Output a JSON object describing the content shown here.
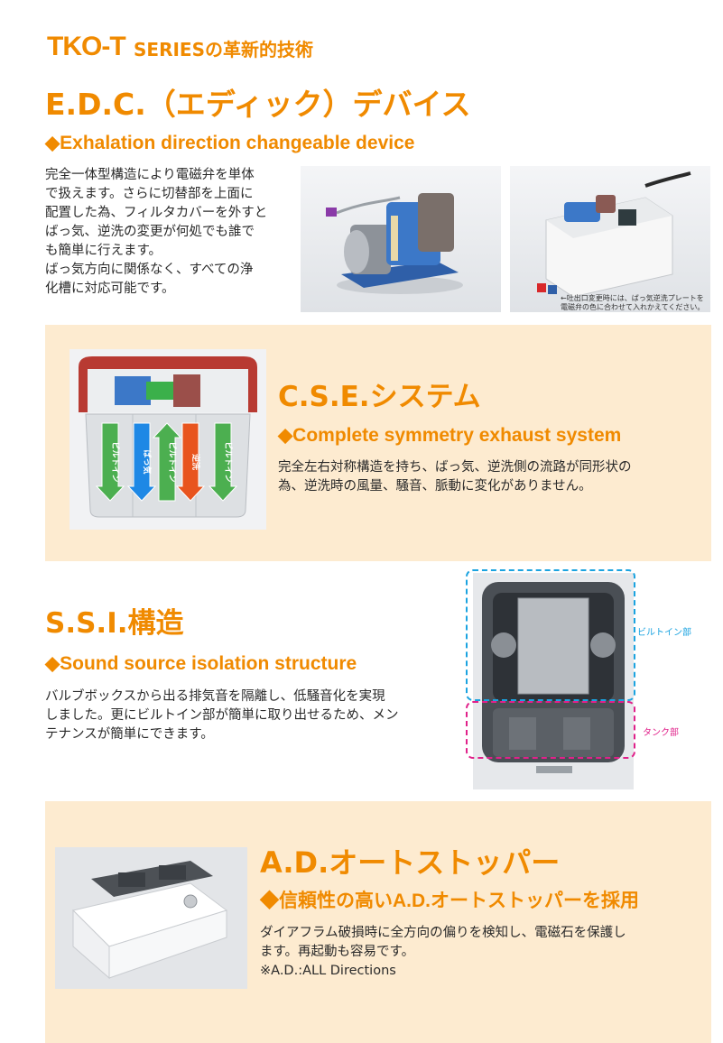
{
  "header": {
    "brand": "TKO-T",
    "rest": "SERIESの革新的技術"
  },
  "edc": {
    "title": "E.D.C.（エディック）デバイス",
    "subtitle": "◆Exhalation direction changeable device",
    "body_lines": [
      "完全一体型構造により電磁弁を単体",
      "で扱えます。さらに切替部を上面に",
      "配置した為、フィルタカバーを外すと",
      "ばっ気、逆洗の変更が何処でも誰で",
      "も簡単に行えます。",
      "ばっ気方向に関係なく、すべての浄",
      "化槽に対応可能です。"
    ],
    "photo_note_lines": [
      "←吐出口変更時には、ばっ気逆洗プレートを",
      "電磁弁の色に合わせて入れかえてください。"
    ]
  },
  "cse": {
    "title": "C.S.E.システム",
    "subtitle": "◆Complete symmetry exhaust system",
    "body_lines": [
      "完全左右対称構造を持ち、ばっ気、逆洗側の流路が同形状の",
      "為、逆洗時の風量、騒音、脈動に変化がありません。"
    ],
    "arrows": [
      {
        "label": "ビルトイン",
        "color": "#4caf50",
        "dir": "down"
      },
      {
        "label": "ばっ気",
        "color": "#1e88e5",
        "dir": "down"
      },
      {
        "label": "ビルトイン",
        "color": "#4caf50",
        "dir": "up"
      },
      {
        "label": "逆洗",
        "color": "#e8541e",
        "dir": "down"
      },
      {
        "label": "ビルトイン",
        "color": "#4caf50",
        "dir": "down"
      }
    ]
  },
  "ssi": {
    "title": "S.S.I.構造",
    "subtitle": "◆Sound source isolation structure",
    "body_lines": [
      "バルブボックスから出る排気音を隔離し、低騒音化を実現",
      "しました。更にビルトイン部が簡単に取り出せるため、メン",
      "テナンスが簡単にできます。"
    ],
    "label_builtin": "ビルトイン部",
    "label_tank": "タンク部"
  },
  "ad": {
    "title": "A.D.オートストッパー",
    "subtitle": "◆信頼性の高いA.D.オートストッパーを採用",
    "body_lines": [
      "ダイアフラム破損時に全方向の偏りを検知し、電磁石を保護し",
      "ます。再起動も容易です。",
      "※A.D.:ALL Directions"
    ]
  },
  "colors": {
    "accent": "#f08a00",
    "panel": "#fdebd0",
    "blue_dash": "#1aa3e0",
    "pink_dash": "#e0218a"
  }
}
